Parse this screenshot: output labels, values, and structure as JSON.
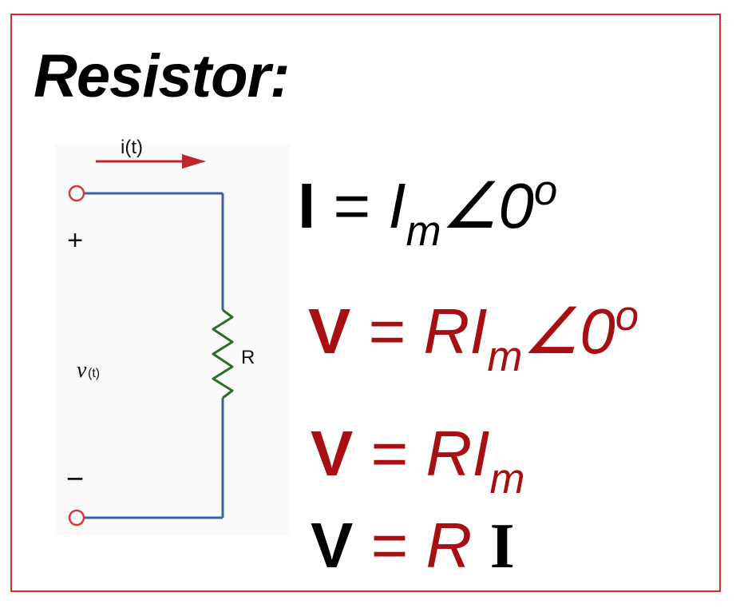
{
  "title": "Resistor:",
  "circuit": {
    "current_label": "i(t)",
    "plus": "+",
    "minus": "−",
    "voltage_label": "v",
    "voltage_sub": "(t)",
    "resistor_label": "R",
    "wire_color": "#3f5ea8",
    "arrow_color": "#c0262d",
    "resistor_color": "#2a6e2a",
    "terminal_color": "#d23a3a"
  },
  "equations": {
    "eq1": {
      "lhs": "I",
      "eq": "=",
      "mag": "I",
      "sub": "m",
      "angle": "∠0",
      "sup": "o"
    },
    "eq2": {
      "lhs": "V",
      "eq": "=",
      "mag": "RI",
      "sub": "m",
      "angle": "∠0",
      "sup": "o"
    },
    "eq3": {
      "lhs": "V",
      "eq": "=",
      "mag": "RI",
      "sub": "m"
    },
    "eq4": {
      "lhs": "V",
      "eq": "=",
      "r": "R",
      "rhs": "I"
    }
  },
  "colors": {
    "border": "#d42a2a",
    "accent": "#a80f12"
  }
}
